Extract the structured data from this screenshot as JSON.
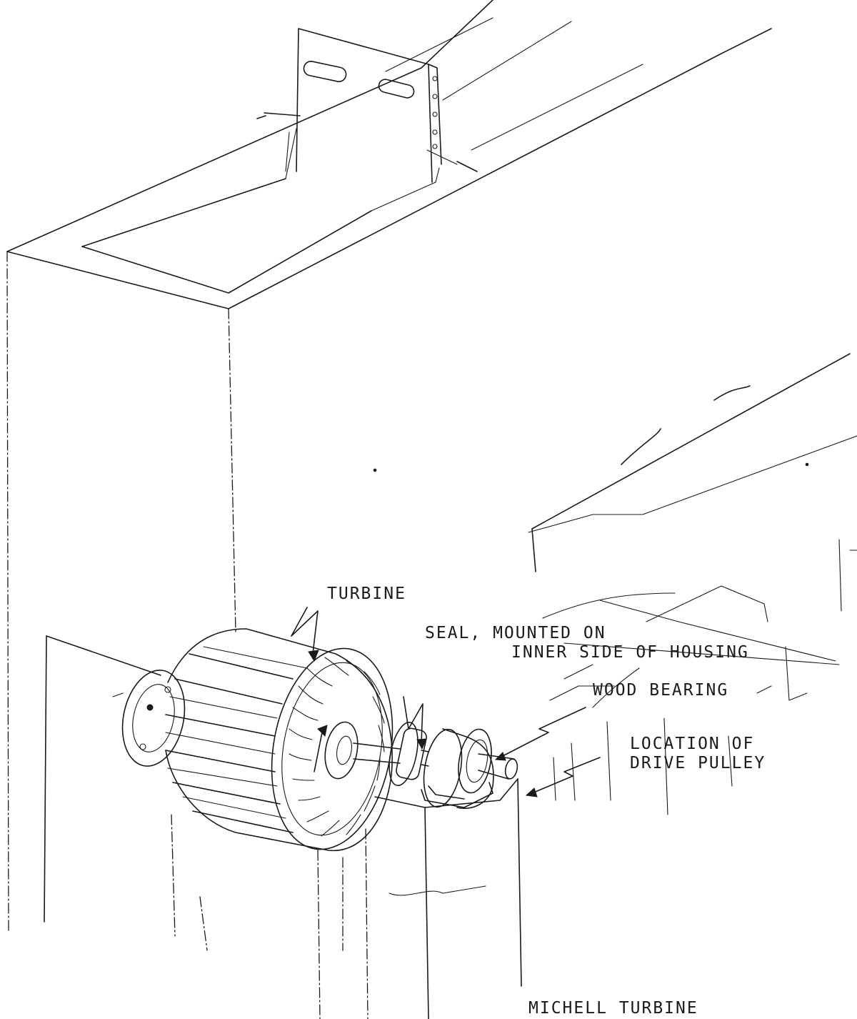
{
  "labels": {
    "turbine": "TURBINE",
    "seal_line1": "SEAL, MOUNTED ON",
    "seal_line2": "INNER SIDE OF HOUSING",
    "wood_bearing": "WOOD BEARING",
    "pulley_line1": "LOCATION OF",
    "pulley_line2": "DRIVE PULLEY",
    "caption": "MICHELL TURBINE"
  },
  "colors": {
    "ink": "#1a1a1a",
    "paper": "#ffffff"
  }
}
